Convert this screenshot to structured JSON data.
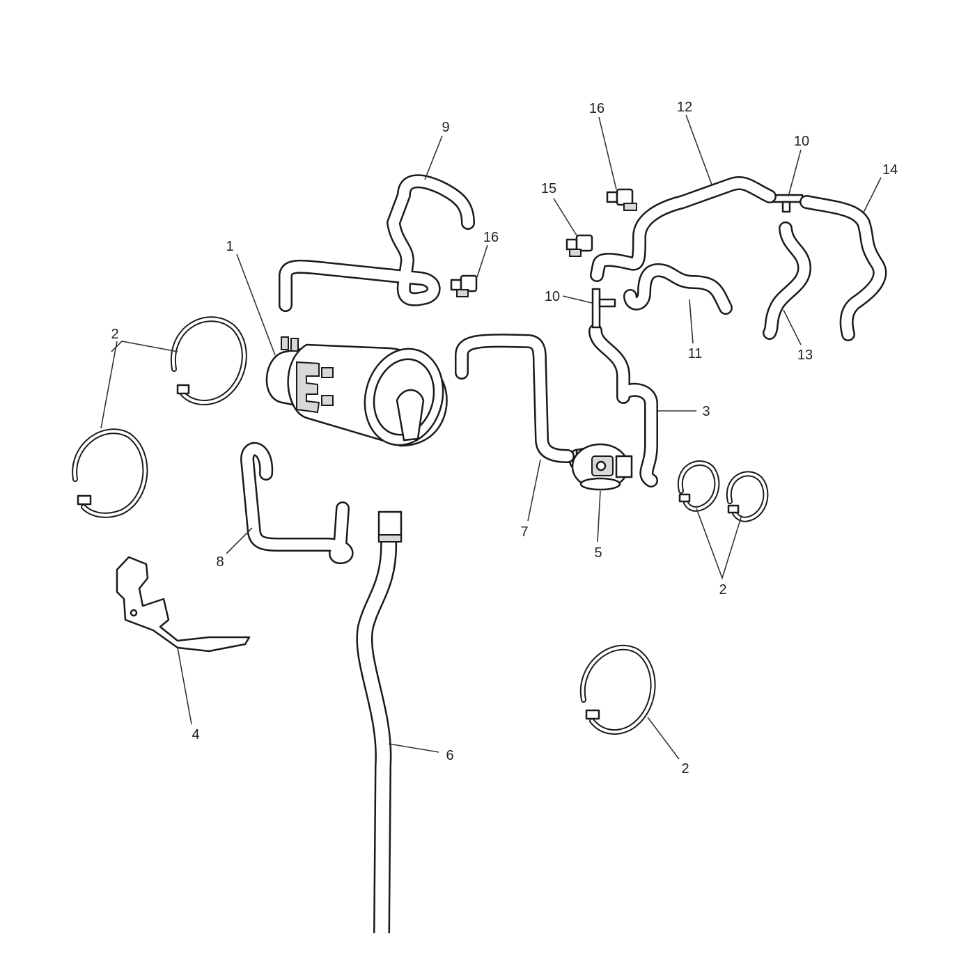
{
  "diagram": {
    "callouts": [
      {
        "id": "c1",
        "label": "1"
      },
      {
        "id": "c2a",
        "label": "2"
      },
      {
        "id": "c2b",
        "label": "2"
      },
      {
        "id": "c2c",
        "label": "2"
      },
      {
        "id": "c3",
        "label": "3"
      },
      {
        "id": "c4",
        "label": "4"
      },
      {
        "id": "c5",
        "label": "5"
      },
      {
        "id": "c6",
        "label": "6"
      },
      {
        "id": "c7",
        "label": "7"
      },
      {
        "id": "c8",
        "label": "8"
      },
      {
        "id": "c9",
        "label": "9"
      },
      {
        "id": "c10a",
        "label": "10"
      },
      {
        "id": "c10b",
        "label": "10"
      },
      {
        "id": "c11",
        "label": "11"
      },
      {
        "id": "c12",
        "label": "12"
      },
      {
        "id": "c13",
        "label": "13"
      },
      {
        "id": "c14",
        "label": "14"
      },
      {
        "id": "c15",
        "label": "15"
      },
      {
        "id": "c16a",
        "label": "16"
      },
      {
        "id": "c16b",
        "label": "16"
      }
    ]
  }
}
